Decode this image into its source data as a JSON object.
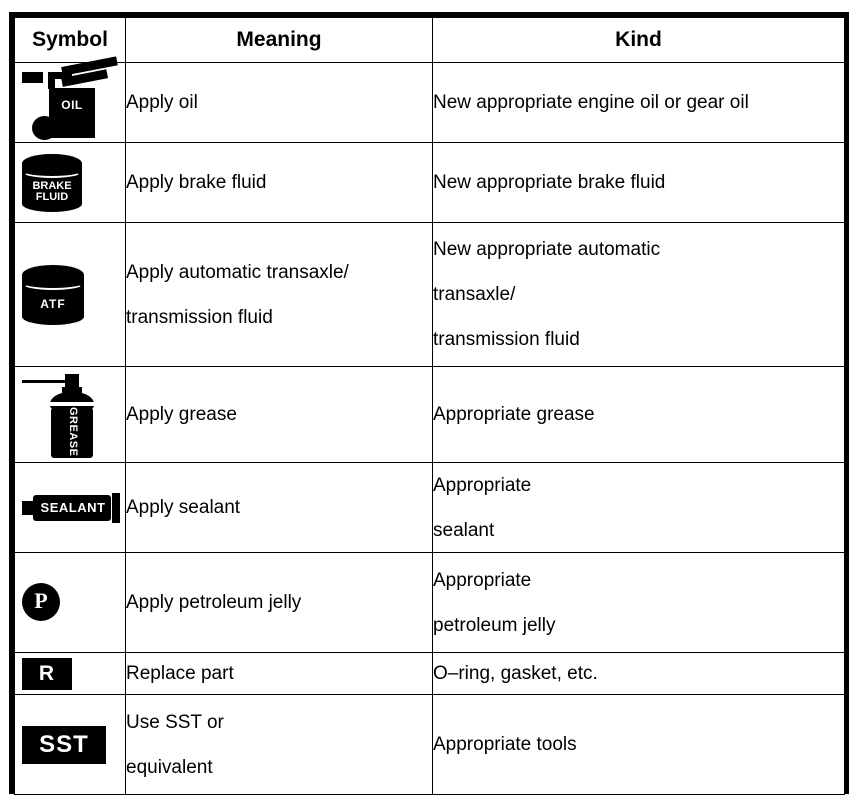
{
  "table": {
    "headers": [
      "Symbol",
      "Meaning",
      "Kind"
    ],
    "rows": [
      {
        "icon": "oil-can-icon",
        "icon_label": "OIL",
        "meaning": [
          "Apply oil"
        ],
        "kind": [
          "New appropriate engine oil or gear oil"
        ]
      },
      {
        "icon": "brake-fluid-can-icon",
        "icon_label": "BRAKE FLUID",
        "icon_label_line1": "BRAKE",
        "icon_label_line2": "FLUID",
        "meaning": [
          "Apply brake fluid"
        ],
        "kind": [
          "New appropriate brake fluid"
        ]
      },
      {
        "icon": "atf-can-icon",
        "icon_label": "ATF",
        "meaning": [
          "Apply automatic transaxle/",
          "transmission fluid"
        ],
        "kind": [
          "New appropriate automatic",
          "transaxle/",
          "transmission fluid"
        ]
      },
      {
        "icon": "grease-gun-icon",
        "icon_label": "GREASE",
        "meaning": [
          "Apply grease"
        ],
        "kind": [
          "Appropriate grease"
        ]
      },
      {
        "icon": "sealant-tube-icon",
        "icon_label": "SEALANT",
        "meaning": [
          "Apply sealant"
        ],
        "kind": [
          "Appropriate",
          "sealant"
        ]
      },
      {
        "icon": "petroleum-jelly-icon",
        "icon_label": "P",
        "meaning": [
          "Apply petroleum jelly"
        ],
        "kind": [
          "Appropriate",
          "petroleum jelly"
        ]
      },
      {
        "icon": "replace-part-icon",
        "icon_label": "R",
        "meaning": [
          "Replace part"
        ],
        "kind": [
          "O–ring, gasket, etc."
        ]
      },
      {
        "icon": "sst-tool-icon",
        "icon_label": "SST",
        "meaning": [
          "Use SST or",
          "equivalent"
        ],
        "kind": [
          "Appropriate tools"
        ]
      }
    ]
  },
  "colors": {
    "ink": "#000000",
    "paper": "#ffffff"
  }
}
